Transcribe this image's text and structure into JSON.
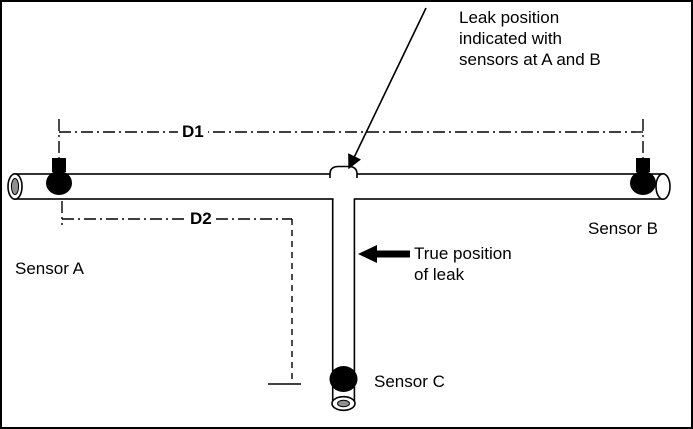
{
  "diagram": {
    "leak_note": "Leak position\nindicated with\nsensors at A and B",
    "true_position_label": "True position\nof leak",
    "d1_label": "D1",
    "d2_label": "D2",
    "sensor_a_label": "Sensor A",
    "sensor_b_label": "Sensor B",
    "sensor_c_label": "Sensor C",
    "colors": {
      "line": "#000000",
      "pipe_fill": "#ffffff",
      "pipe_opening": "#8f8f8f",
      "background": "#ffffff"
    }
  }
}
